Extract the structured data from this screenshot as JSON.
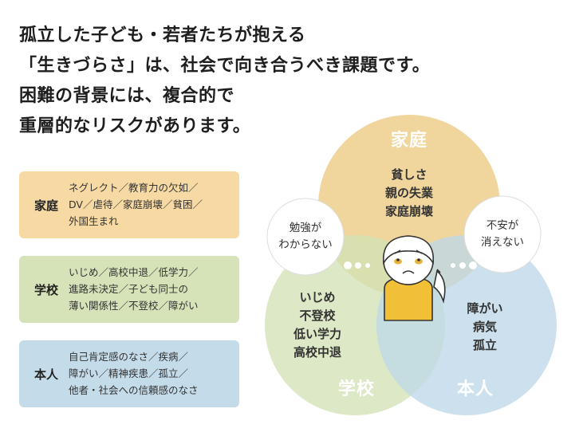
{
  "headline": {
    "lines": [
      "孤立した子ども・若者たちが抱える",
      "「生きづらさ」は、社会で向き合うべき課題です。",
      "困難の背景には、複合的で",
      "重層的なリスクがあります。"
    ]
  },
  "categories": [
    {
      "label": "家庭",
      "lines": [
        "ネグレクト／教育力の欠如／",
        "DV／虐待／家庭崩壊／貧困／",
        "外国生まれ"
      ]
    },
    {
      "label": "学校",
      "lines": [
        "いじめ／高校中退／低学力／",
        "進路未決定／子ども同士の",
        "薄い関係性／不登校／障がい"
      ]
    },
    {
      "label": "本人",
      "lines": [
        "自己肯定感のなさ／疾病／",
        "障がい／精神疾患／孤立／",
        "他者・社会への信頼感のなさ"
      ]
    }
  ],
  "venn": {
    "home": {
      "title": "家庭",
      "items": [
        "貧しさ",
        "親の失業",
        "家庭崩壊"
      ]
    },
    "school": {
      "title": "学校",
      "items": [
        "いじめ",
        "不登校",
        "低い学力",
        "高校中退"
      ]
    },
    "self": {
      "title": "本人",
      "items": [
        "障がい",
        "病気",
        "孤立"
      ]
    }
  },
  "bubbles": {
    "left": [
      "勉強が",
      "わからない"
    ],
    "right": [
      "不安が",
      "消えない"
    ]
  },
  "colors": {
    "home_card": "#f7d9a3",
    "school_card": "#d6e2b8",
    "self_card": "#c4dbea",
    "home_circle": "#eccb80",
    "school_circle": "#d3e2b6",
    "self_circle": "#bed8e8",
    "child_shirt": "#f2c037"
  }
}
